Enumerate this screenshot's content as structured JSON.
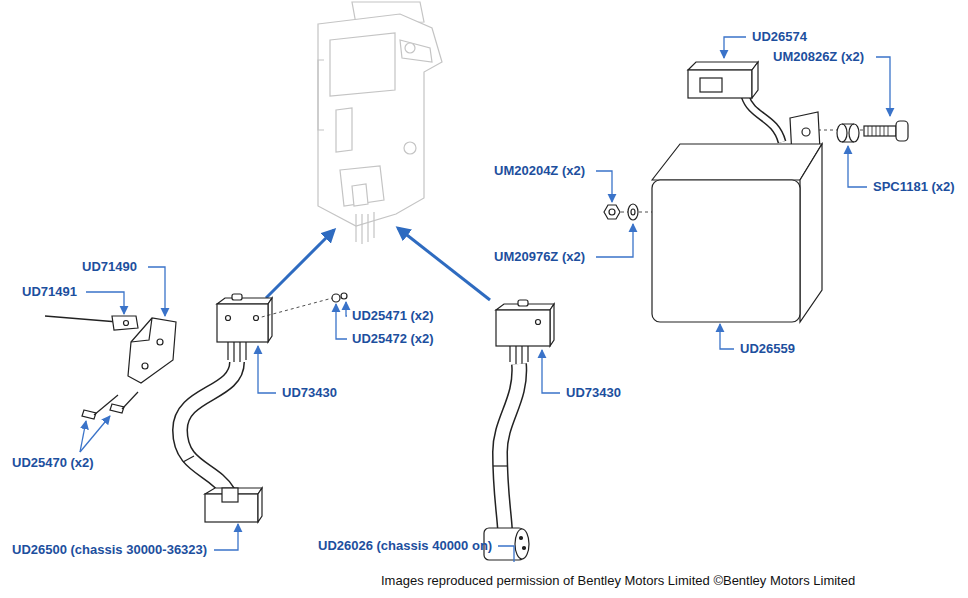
{
  "diagram": {
    "labels": [
      "UD26574",
      "UM20826Z (x2)",
      "UM20204Z (x2)",
      "SPC1181 (x2)",
      "UM20976Z (x2)",
      "UD26559",
      "UD71490",
      "UD71491",
      "UD25471 (x2)",
      "UD25472 (x2)",
      "UD73430",
      "UD73430",
      "UD25470 (x2)",
      "UD26500 (chassis 30000-36323)",
      "UD26026 (chassis 40000 on)",
      "Images reproduced permission of Bentley Motors Limited ©Bentley Motors Limited"
    ]
  }
}
